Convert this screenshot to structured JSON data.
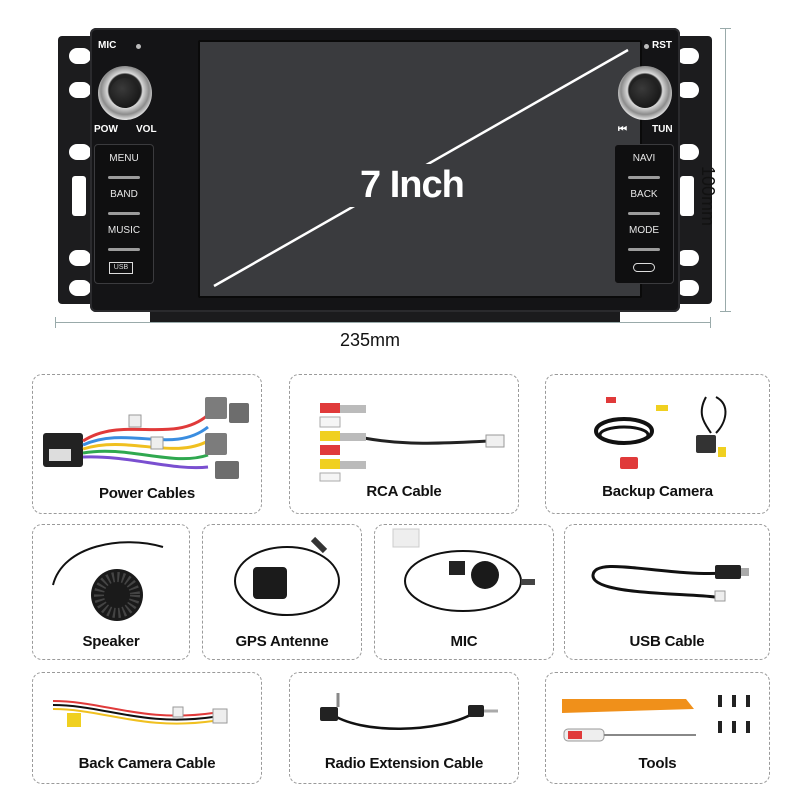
{
  "unit": {
    "screen_text": "7 Inch",
    "left_panel": {
      "mic": "MIC",
      "pow": "POW",
      "vol": "VOL",
      "buttons": [
        "MENU",
        "BAND",
        "MUSIC"
      ],
      "usb": "USB"
    },
    "right_panel": {
      "rst": "RST",
      "prev": "⏮",
      "tun": "TUN",
      "buttons": [
        "NAVI",
        "BACK",
        "MODE"
      ]
    }
  },
  "dimensions": {
    "width": "235mm",
    "height": "100mm"
  },
  "accessories": [
    {
      "label": "Power Cables"
    },
    {
      "label": "RCA Cable"
    },
    {
      "label": "Backup Camera"
    },
    {
      "label": "Speaker"
    },
    {
      "label": "GPS Antenne"
    },
    {
      "label": "MIC"
    },
    {
      "label": "USB Cable"
    },
    {
      "label": "Back Camera Cable"
    },
    {
      "label": "Radio Extension Cable"
    },
    {
      "label": "Tools"
    }
  ]
}
